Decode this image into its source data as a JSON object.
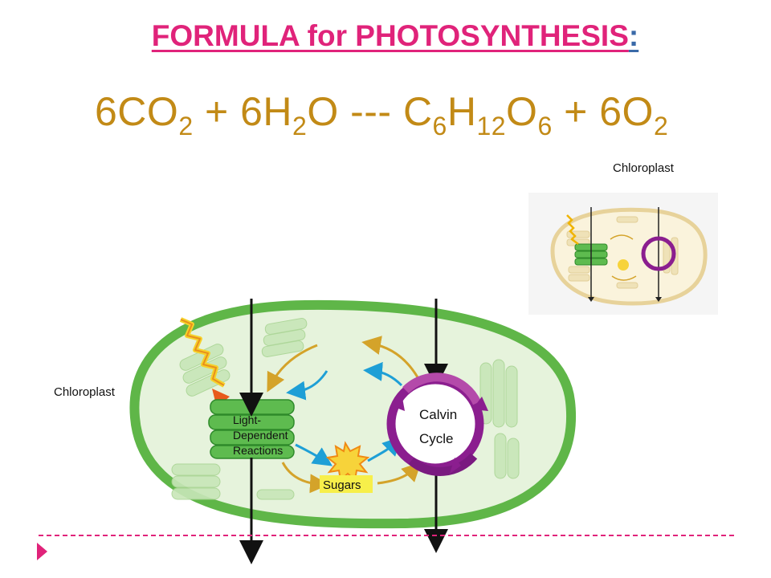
{
  "title": {
    "main": "FORMULA for PHOTOSYNTHESIS",
    "colon": ":"
  },
  "equation": {
    "parts": [
      "6CO",
      "2",
      " + 6H",
      "2",
      "O --- C",
      "6",
      "H",
      "12",
      "O",
      "6",
      " + 6O",
      "2"
    ]
  },
  "labels": {
    "chloroplast_top": "Chloroplast",
    "chloroplast_left": "Chloroplast",
    "light_dependent_1": "Light-",
    "light_dependent_2": "Dependent",
    "light_dependent_3": "Reactions",
    "calvin_1": "Calvin",
    "calvin_2": "Cycle",
    "sugars": "Sugars"
  },
  "colors": {
    "title": "#e0237a",
    "equation": "#c28a16",
    "chloroplast_outer": "#5fb648",
    "chloroplast_inner": "#e6f3dc",
    "thylakoid": "#5ebb4f",
    "calvin_cycle": "#8b1e8f",
    "arrow_gold": "#d4a32a",
    "arrow_blue": "#1e9fd6",
    "divider": "#e0237a"
  }
}
